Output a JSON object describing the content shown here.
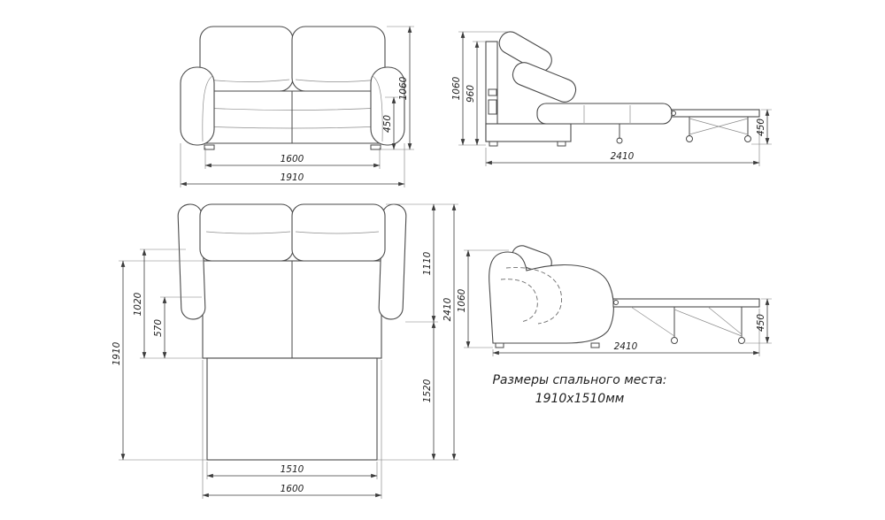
{
  "drawing": {
    "subject": "sofa-bed dimensional drawing"
  },
  "views": {
    "front": {
      "dim_1600": "1600",
      "dim_1910": "1910",
      "dim_450": "450",
      "dim_1060": "1060"
    },
    "side_unfolded": {
      "dim_1060": "1060",
      "dim_960": "960",
      "dim_2410": "2410",
      "dim_450": "450"
    },
    "top_unfolded": {
      "dim_570": "570",
      "dim_1020": "1020",
      "dim_1910": "1910",
      "dim_1110": "1110",
      "dim_1520": "1520",
      "dim_2410": "2410",
      "dim_1510": "1510",
      "dim_1600": "1600"
    },
    "side_extended": {
      "dim_1060": "1060",
      "dim_2410": "2410",
      "dim_450": "450"
    }
  },
  "note": {
    "line1": "Размеры спального места:",
    "line2": "1910х1510мм"
  }
}
